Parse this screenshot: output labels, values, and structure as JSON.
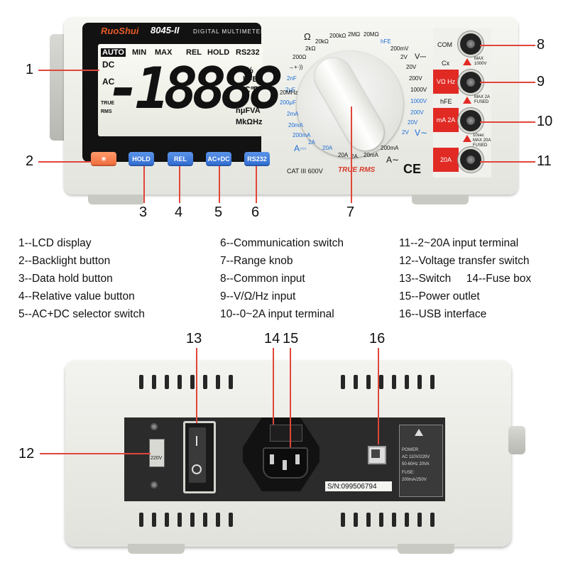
{
  "front": {
    "brand": "RuoShui",
    "model": "8045-II",
    "subtitle": "DIGITAL MULTIMETER",
    "lcd": {
      "auto": "AUTO",
      "dc": "DC",
      "ac": "AC",
      "min": "MIN",
      "max": "MAX",
      "rel": "REL",
      "hold": "HOLD",
      "rs232": "RS232",
      "digits": "-18888",
      "true_rms": "TRUE RMS",
      "percent": "%",
      "hfe": "hFE",
      "deg": "℃℉",
      "units1": "nμFVA",
      "units2": "MkΩHz"
    },
    "buttons": {
      "backlight": "☀",
      "hold": "HOLD",
      "rel": "REL",
      "acdc": "AC+DC",
      "rs232": "RS232"
    },
    "cat": "CAT III 600V",
    "true_rms": "TRUE RMS",
    "ce": "CE",
    "ranges": {
      "ohm": "Ω",
      "r200": "200Ω",
      "r2k": "2kΩ",
      "r20k": "20kΩ",
      "r200k": "200kΩ",
      "r2M": "2MΩ",
      "r20M": "20MΩ",
      "hfe": "hFE",
      "v200m": "200mV",
      "v2": "2V",
      "v20": "20V",
      "v200": "200V",
      "v1000": "1000V",
      "vdc": "V⎓",
      "diode": "→+·))",
      "f2n": "2nF",
      "f2u": "2μF",
      "hz20M": "20MHz",
      "f200u": "200μF",
      "a2m": "2mA",
      "a20m": "20mA",
      "a200m": "200mA",
      "a2": "2A",
      "a20": "20A",
      "adc": "A⎓",
      "acv1000": "1000V",
      "acv200": "200V",
      "acv20": "20V",
      "acv2": "2V",
      "vac": "V∼",
      "aca200m": "200mA",
      "aca20m": "20mA",
      "aca2": "2A",
      "aca20": "20A",
      "aac": "A∼"
    },
    "terminals": {
      "com": "COM",
      "cx": "Cx",
      "vohm": "VΩ Hz",
      "hfe": "hFE",
      "ma": "mA 2A",
      "a20": "20A",
      "note1": "MAX 1000V",
      "note2": "MAX 2A FUSED",
      "note3": "10sec MAX 20A FUSED"
    }
  },
  "callouts": {
    "n1": "1",
    "n2": "2",
    "n3": "3",
    "n4": "4",
    "n5": "5",
    "n6": "6",
    "n7": "7",
    "n8": "8",
    "n9": "9",
    "n10": "10",
    "n11": "11",
    "n12": "12",
    "n13": "13",
    "n14": "14",
    "n15": "15",
    "n16": "16"
  },
  "legend": {
    "col1": [
      "1--LCD display",
      "2--Backlight button",
      "3--Data hold button",
      "4--Relative value button",
      "5--AC+DC selector switch"
    ],
    "col2": [
      "6--Communication switch",
      "7--Range knob",
      "8--Common input",
      "9--V/Ω/Hz input",
      "10--0~2A input terminal"
    ],
    "col3": [
      "11--2~20A input terminal",
      "12--Voltage transfer switch",
      "13--Switch     14--Fuse box",
      "15--Power outlet",
      "16--USB interface"
    ]
  },
  "rear": {
    "voltage_sel": "220V",
    "power_label": "POWER:",
    "power_line1": "AC 110V/220V",
    "power_line2": "50-60Hz 20VA",
    "fuse_label": "FUSE:",
    "fuse_value": "200mA/250V",
    "serial": "S/N:099506794"
  },
  "colors": {
    "accent_red": "#e12a24",
    "button_blue": "#2f6bd0",
    "button_orange": "#f06a3a",
    "callout_line": "#e0473a"
  }
}
